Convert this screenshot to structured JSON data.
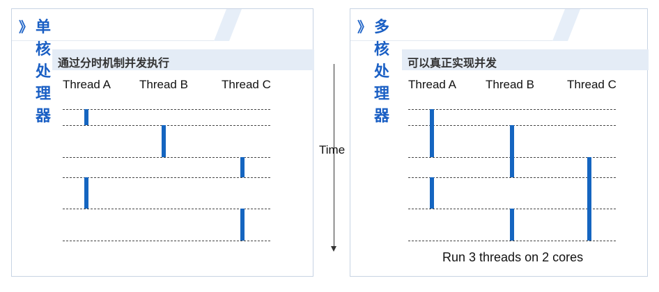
{
  "left_panel": {
    "title": "单核处理器",
    "subtitle": "通过分时机制并发执行",
    "threads": [
      "Thread A",
      "Thread B",
      "Thread C"
    ]
  },
  "right_panel": {
    "title": "多核处理器",
    "subtitle": "可以真正实现并发",
    "threads": [
      "Thread A",
      "Thread B",
      "Thread C"
    ],
    "caption": "Run 3 threads on 2 cores"
  },
  "time_axis": {
    "label": "Time"
  },
  "colors": {
    "accent": "#1565c0",
    "title": "#1a5fc4",
    "subbar": "#e4ecf6"
  }
}
